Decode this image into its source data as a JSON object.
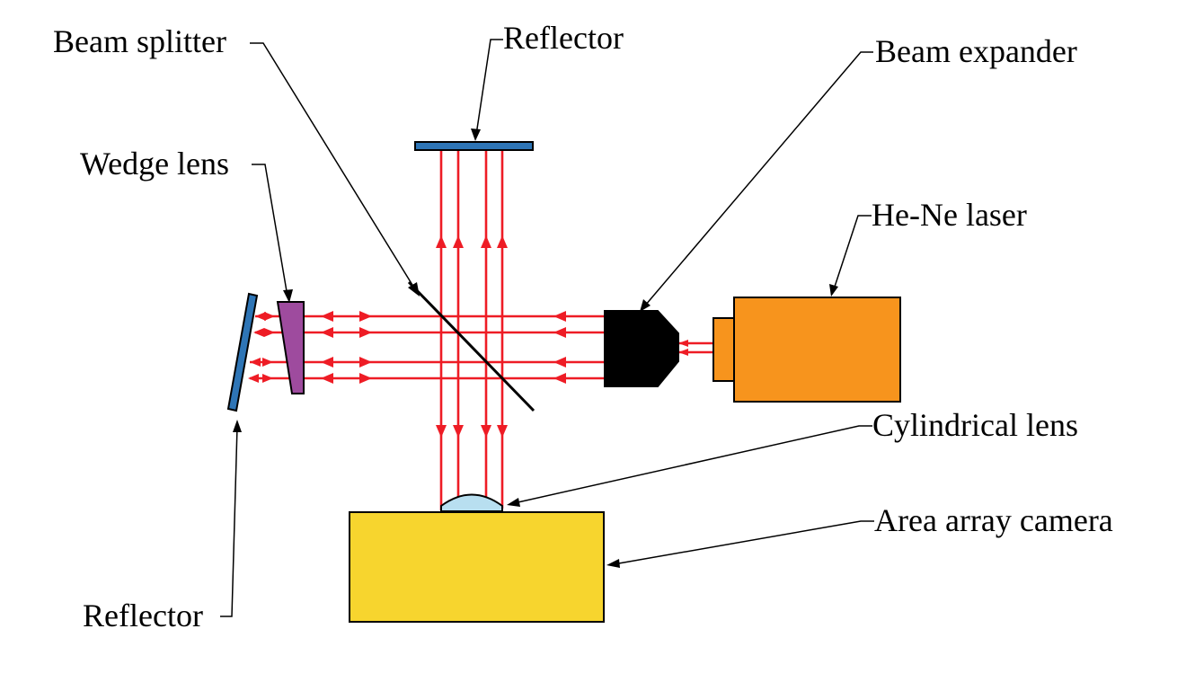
{
  "labels": {
    "beam_splitter": "Beam splitter",
    "reflector_top": "Reflector",
    "beam_expander": "Beam expander",
    "wedge_lens": "Wedge lens",
    "he_ne_laser": "He-Ne laser",
    "cylindrical_lens": "Cylindrical lens",
    "area_array_camera": "Area array camera",
    "reflector_bottom": "Reflector"
  },
  "colors": {
    "beam": "#ee1c25",
    "reflector": "#2e75b6",
    "wedge_lens": "#9e4b9e",
    "laser": "#f7941d",
    "camera": "#f7d52e",
    "cylindrical_lens": "#b8dff0",
    "beam_expander": "#000000",
    "beam_splitter": "#000000"
  },
  "icons": {
    "beam_expander": "beam-expander-icon",
    "he_ne_laser": "laser-icon",
    "area_array_camera": "camera-icon"
  }
}
